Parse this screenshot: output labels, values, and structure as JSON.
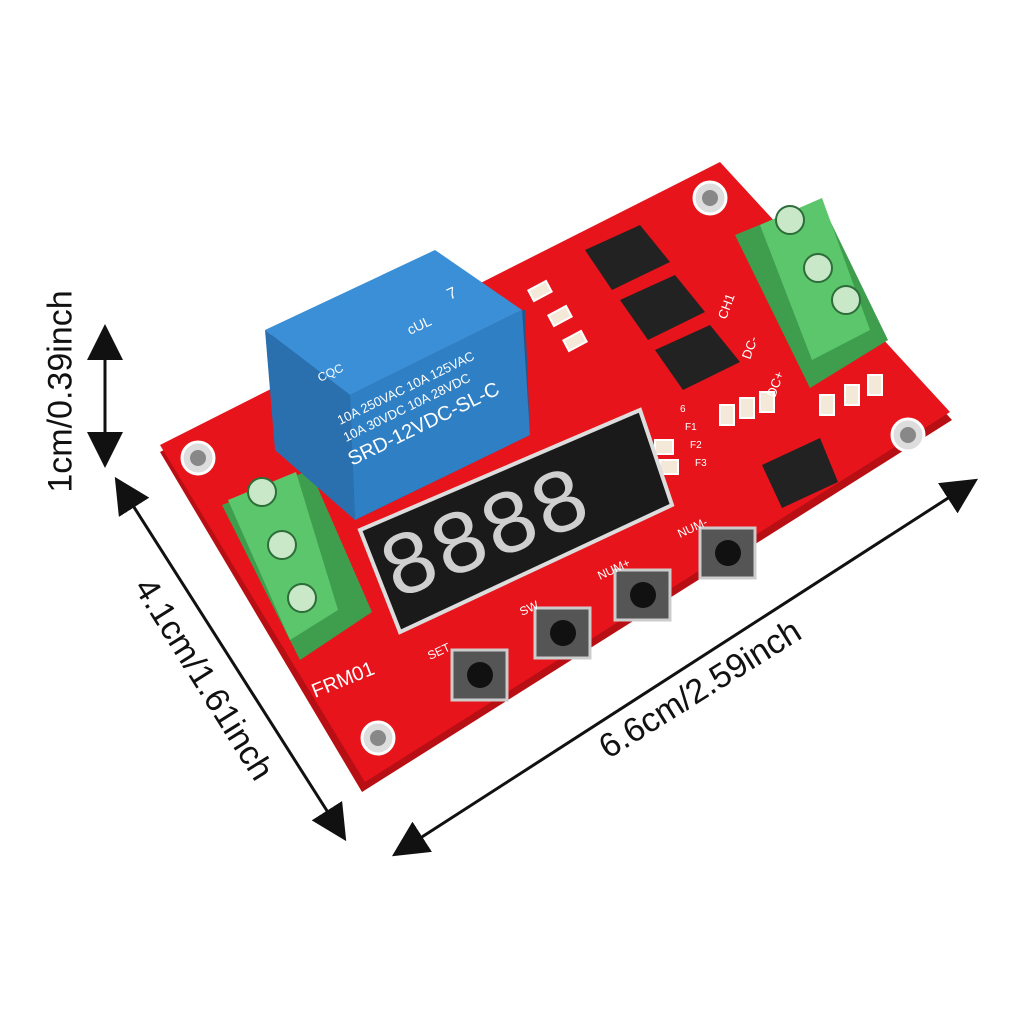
{
  "product": {
    "board_label": "FRM01",
    "relay": {
      "line1": "10A 250VAC  10A 125VAC",
      "line2": "10A 30VDC  10A 28VDC",
      "model": "SRD-12VDC-SL-C",
      "cert": "CQC",
      "ul_mark": "cUL",
      "pin": "7"
    },
    "buttons": [
      "SET",
      "SW",
      "NUM+",
      "NUM-"
    ],
    "terminal_labels": [
      "CH1",
      "DC-",
      "DC+"
    ],
    "led_labels": [
      "6",
      "F1",
      "F2",
      "F3"
    ],
    "display_digits": "8888",
    "colors": {
      "pcb": "#e8141b",
      "relay": "#2f7fc4",
      "terminal": "#4cb85c",
      "display": "#1a1a1a"
    }
  },
  "dimensions": {
    "height": "1cm/0.39inch",
    "width": "4.1cm/1.61inch",
    "length": "6.6cm/2.59inch"
  }
}
